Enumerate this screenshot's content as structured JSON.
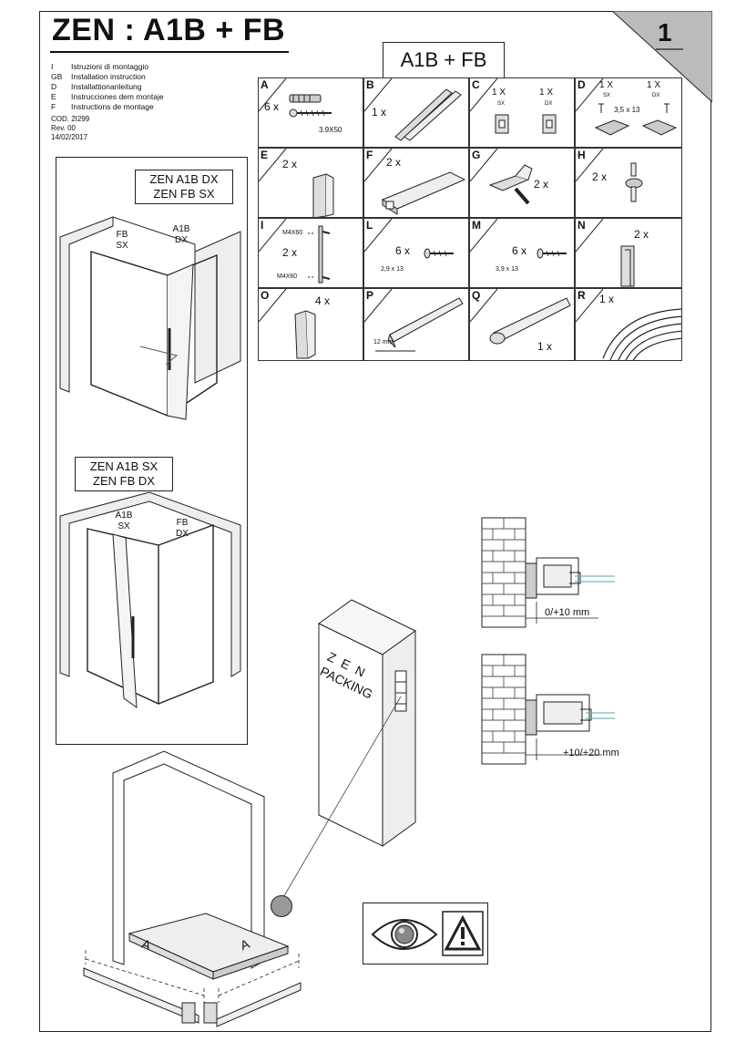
{
  "header": {
    "title": "ZEN : A1B + FB",
    "page_number": "1",
    "kit_label": "A1B + FB"
  },
  "languages": [
    {
      "code": "I",
      "text": "Istruzioni di montaggio"
    },
    {
      "code": "GB",
      "text": "Installation instruction"
    },
    {
      "code": "D",
      "text": "Installattionanleitung"
    },
    {
      "code": "E",
      "text": "Instrucciones dem montaje"
    },
    {
      "code": "F",
      "text": "Instructions de montage"
    }
  ],
  "meta": {
    "code": "COD. 2I299",
    "rev": "Rev. 00",
    "date": "14/02/2017"
  },
  "parts": {
    "A": {
      "letter": "A",
      "qty": "6 x",
      "spec": "3.9X50"
    },
    "B": {
      "letter": "B",
      "qty": "1 x"
    },
    "C": {
      "letter": "C",
      "qty_sx": "1 X",
      "qty_dx": "1 X",
      "sx": "SX",
      "dx": "DX"
    },
    "D": {
      "letter": "D",
      "qty_sx": "1 X",
      "qty_dx": "1 X",
      "sx": "SX",
      "dx": "DX",
      "spec": "3,5 x 13"
    },
    "E": {
      "letter": "E",
      "qty": "2 x"
    },
    "F": {
      "letter": "F",
      "qty": "2 x"
    },
    "G": {
      "letter": "G",
      "qty": "2 x"
    },
    "H": {
      "letter": "H",
      "qty": "2 x"
    },
    "I": {
      "letter": "I",
      "qty": "2 x",
      "spec_top": "M4X60",
      "spec_bottom": "M4X60"
    },
    "L": {
      "letter": "L",
      "qty": "6 x",
      "spec": "2,9 x 13"
    },
    "M": {
      "letter": "M",
      "qty": "6 x",
      "spec": "3,9 x 13"
    },
    "N": {
      "letter": "N",
      "qty": "2 x"
    },
    "O": {
      "letter": "O",
      "qty": "4 x"
    },
    "P": {
      "letter": "P",
      "spec": "12 mm"
    },
    "Q": {
      "letter": "Q",
      "qty": "1 x"
    },
    "R": {
      "letter": "R",
      "qty": "1 x"
    }
  },
  "configs": {
    "top": {
      "line1": "ZEN A1B DX",
      "line2": "ZEN FB SX",
      "left_label": "FB\nSX",
      "right_label": "A1B\nDX"
    },
    "bottom": {
      "line1": "ZEN A1B SX",
      "line2": "ZEN FB DX",
      "left_label": "A1B\nSX",
      "right_label": "FB\nDX"
    }
  },
  "packing": {
    "brand": "Z E N",
    "text": "PACKING"
  },
  "adjust": {
    "range1": "0/+10 mm",
    "range2": "+10/+20 mm"
  },
  "tray": {
    "dim_left": "A",
    "dim_right": "A"
  }
}
